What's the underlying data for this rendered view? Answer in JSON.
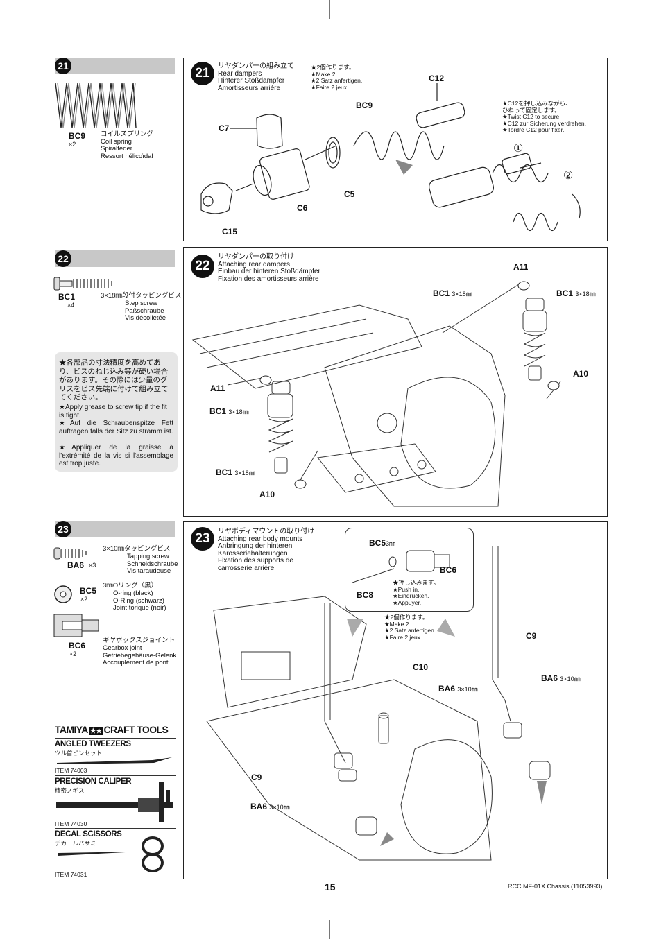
{
  "step21": {
    "num": "21",
    "part": {
      "code": "BC9",
      "qty": "×2",
      "desc": "コイルスプリング\nCoil spring\nSpiralfeder\nRessort hélicoïdal"
    },
    "title": "リヤダンパーの組み立て\nRear dampers\nHinterer Stoßdämpfer\nAmortisseurs arrière",
    "make2": "★2個作ります。\n★Make 2.\n★2 Satz anfertigen.\n★Faire 2 jeux.",
    "twist": "★C12を押し込みながら、\nひねって固定します。\n★Twist C12 to secure.\n★C12 zur Sicherung verdrehen.\n★Tordre C12 pour fixer.",
    "labels": {
      "c12": "C12",
      "bc9": "BC9",
      "c7": "C7",
      "c5": "C5",
      "c6": "C6",
      "c15": "C15",
      "one": "①",
      "two": "②"
    }
  },
  "step22": {
    "num": "22",
    "part": {
      "code": "BC1",
      "qty": "×4",
      "size": "3×18㎜段付タッピングビス",
      "desc": "Step screw\nPaßschraube\nVis décolletée"
    },
    "title": "リヤダンパーの取り付け\nAttaching rear dampers\nEinbau der hinteren Stoßdämpfer\nFixation des amortisseurs arrière",
    "labels": {
      "a11": "A11",
      "a10": "A10",
      "bc1": "BC1",
      "bc1_size": "3×18㎜"
    }
  },
  "note": {
    "jp": "★各部品の寸法精度を高めてあり、ビスのねじ込み等が硬い場合があります。その際には少量のグリスをビス先端に付けて組み立ててください。",
    "en": "★Apply grease to screw tip if the fit is tight.",
    "de": "★Auf die Schraubenspitze Fett auftragen falls der Sitz zu stramm ist.",
    "fr": "★Appliquer de la graisse à l'extrémité de la vis si l'assemblage est trop juste."
  },
  "step23": {
    "num": "23",
    "parts": [
      {
        "code": "BA6",
        "qty": "×3",
        "size": "3×10㎜タッピングビス",
        "desc": "Tapping screw\nSchneidschraube\nVis taraudeuse"
      },
      {
        "code": "BC5",
        "qty": "×2",
        "size": "3㎜Oリング（黒）",
        "desc": "O-ring (black)\nO-Ring (schwarz)\nJoint torique (noir)"
      },
      {
        "code": "BC6",
        "qty": "×2",
        "size": "ギヤボックスジョイント",
        "desc": "Gearbox joint\nGetriebegehäuse-Gelenk\nAccouplement de pont"
      }
    ],
    "title": "リヤボディマウントの取り付け\nAttaching rear body mounts\nAnbringung der hinteren\nKarosseriehalterungen\nFixation des supports de\ncarrosserie arrière",
    "push": "★押し込みます。\n★Push in.\n★Eindrücken.\n★Appuyer.",
    "make2": "★2個作ります。\n★Make 2.\n★2 Satz anfertigen.\n★Faire 2 jeux.",
    "labels": {
      "bc5": "BC5",
      "bc5_size": "3㎜",
      "bc6": "BC6",
      "bc8": "BC8",
      "c9": "C9",
      "c10": "C10",
      "ba6": "BA6",
      "ba6_size": "3×10㎜"
    }
  },
  "tools": {
    "brand": "TAMIYA",
    "brand2": "CRAFT TOOLS",
    "items": [
      {
        "name": "ANGLED TWEEZERS",
        "jp": "ツル首ピンセット",
        "item": "ITEM 74003"
      },
      {
        "name": "PRECISION CALIPER",
        "jp": "精密ノギス",
        "item": "ITEM 74030"
      },
      {
        "name": "DECAL SCISSORS",
        "jp": "デカールバサミ",
        "item": "ITEM 74031"
      }
    ]
  },
  "footer": {
    "page": "15",
    "model": "RCC MF-01X Chassis (11053993)"
  }
}
